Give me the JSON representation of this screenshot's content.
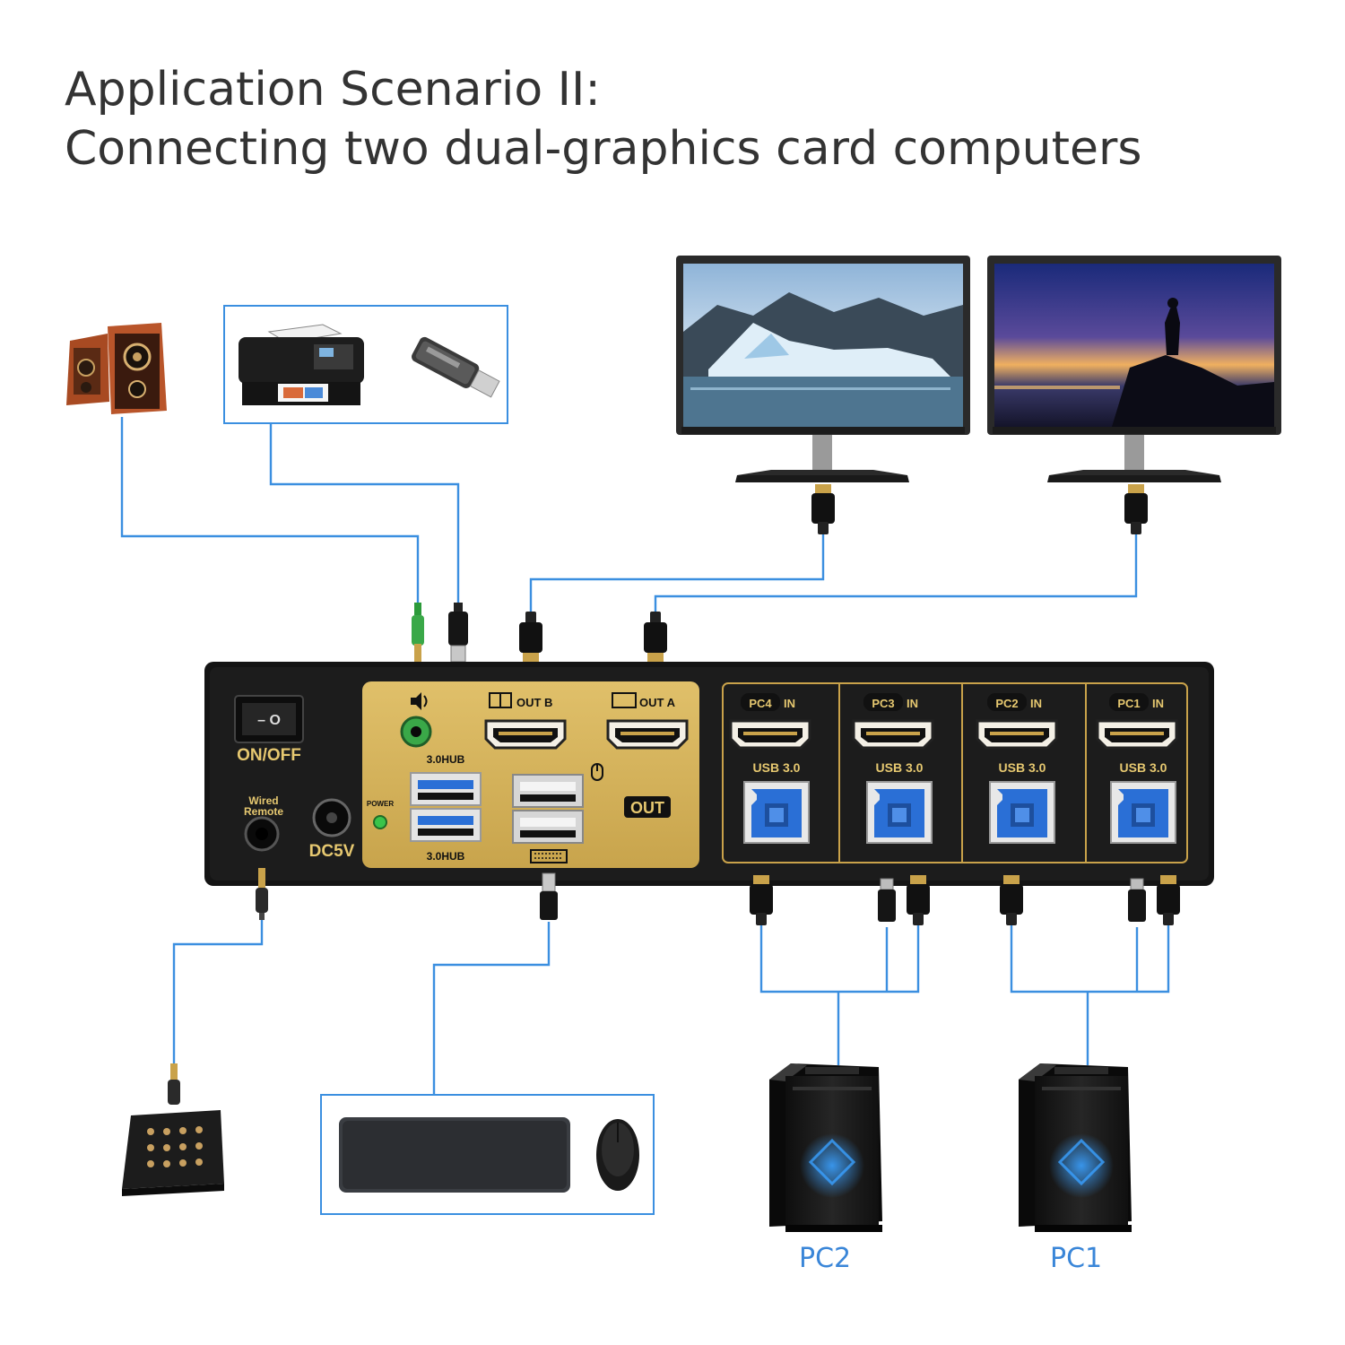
{
  "header": {
    "line1": "Application Scenario II:",
    "line2": "Connecting two dual-graphics card computers"
  },
  "kvm": {
    "power_switch_label": "ON/OFF",
    "switch_glyph": "– O",
    "wired_remote_label_line1": "Wired",
    "wired_remote_label_line2": "Remote",
    "dc_label": "DC5V",
    "power_led_label": "POWER",
    "hub_top_label": "3.0HUB",
    "hub_bottom_label": "3.0HUB",
    "out_b_label": "OUT B",
    "out_a_label": "OUT A",
    "out_label": "OUT",
    "inputs": [
      {
        "pc_label": "PC4",
        "in_label": "IN",
        "usb_label": "USB 3.0"
      },
      {
        "pc_label": "PC3",
        "in_label": "IN",
        "usb_label": "USB 3.0"
      },
      {
        "pc_label": "PC2",
        "in_label": "IN",
        "usb_label": "USB 3.0"
      },
      {
        "pc_label": "PC1",
        "in_label": "IN",
        "usb_label": "USB 3.0"
      }
    ]
  },
  "computers": [
    {
      "label": "PC2"
    },
    {
      "label": "PC1"
    }
  ],
  "colors": {
    "cable": "#3b8fe0",
    "panel_gold": "#d6b45c",
    "device_body": "#1c1c1c",
    "usb_blue": "#2a6fd6",
    "label_blue": "#3a86d8"
  },
  "icons": [
    "speaker-icon",
    "printer-icon",
    "usb-drive-icon",
    "monitor-icon",
    "keyboard-icon",
    "mouse-icon",
    "remote-icon",
    "tower-pc-icon"
  ]
}
